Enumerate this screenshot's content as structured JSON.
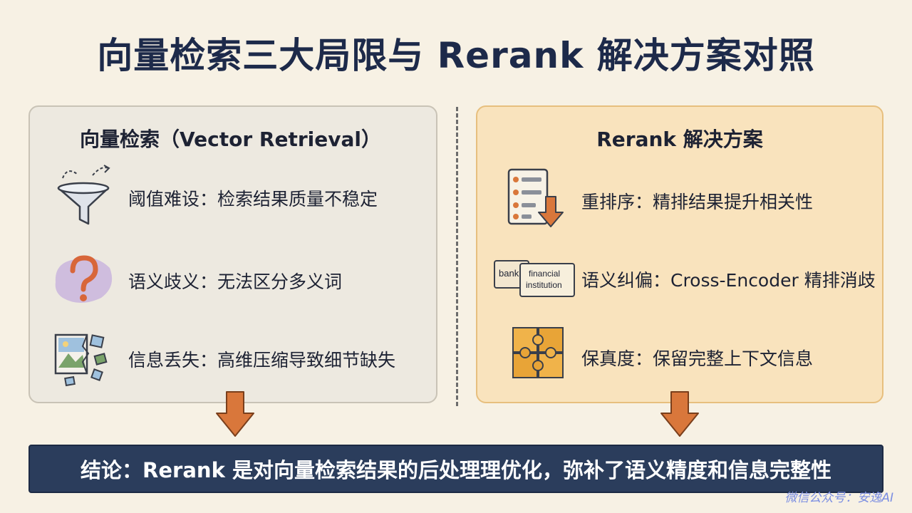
{
  "title": "向量检索三大局限与 Rerank 解决方案对照",
  "left_panel": {
    "heading": "向量检索（Vector Retrieval）",
    "items": [
      {
        "icon": "funnel-icon",
        "text": "阈值难设：检索结果质量不稳定"
      },
      {
        "icon": "question-mark-icon",
        "text": "语义歧义：无法区分多义词"
      },
      {
        "icon": "broken-image-icon",
        "text": "信息丢失：高维压缩导致细节缺失"
      }
    ]
  },
  "right_panel": {
    "heading": "Rerank 解决方案",
    "items": [
      {
        "icon": "sorted-list-icon",
        "text": "重排序：精排结果提升相关性"
      },
      {
        "icon": "word-cards-icon",
        "text": "语义纠偏：Cross-Encoder 精排消歧",
        "card_words": [
          "bank",
          "financial",
          "institution"
        ]
      },
      {
        "icon": "puzzle-icon",
        "text": "保真度：保留完整上下文信息"
      }
    ]
  },
  "conclusion": "结论：Rerank 是对向量检索结果的后处理理优化，弥补了语义精度和信息完整性",
  "watermark": "微信公众号：安逸AI",
  "colors": {
    "title": "#1d2a4a",
    "left_panel_bg": "#ede9e0",
    "right_panel_bg": "#f9e3bd",
    "arrow": "#d9773b",
    "conclusion_bg": "#2b3d5c"
  }
}
